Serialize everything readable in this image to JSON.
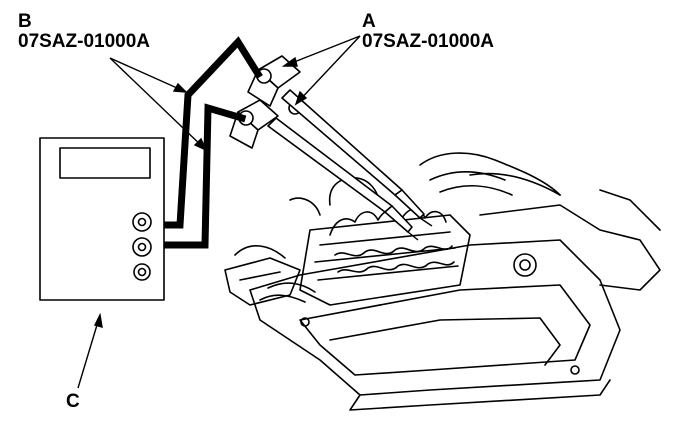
{
  "callouts": {
    "a": {
      "letter": "A",
      "part_number": "07SAZ-01000A"
    },
    "b": {
      "letter": "B",
      "part_number": "07SAZ-01000A"
    },
    "c": {
      "letter": "C"
    }
  },
  "colors": {
    "ink": "#000000",
    "paper": "#ffffff"
  }
}
